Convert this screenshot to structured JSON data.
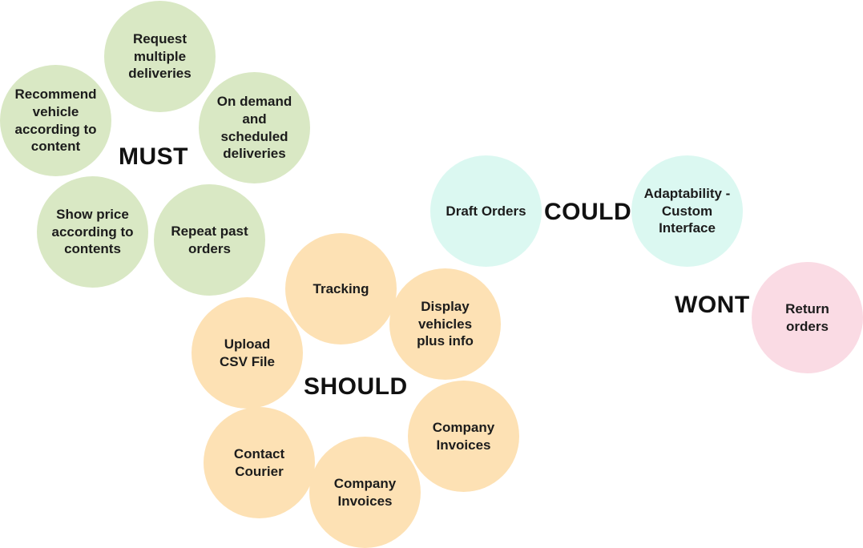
{
  "groups": {
    "must": {
      "label": "MUST",
      "color": "#d9e8c4",
      "items": [
        "Request multiple deliveries",
        "Recommend vehicle according to content",
        "On demand and scheduled deliveries",
        "Show price according to contents",
        "Repeat past orders"
      ]
    },
    "should": {
      "label": "SHOULD",
      "color": "#fde1b4",
      "items": [
        "Tracking",
        "Display vehicles plus info",
        "Upload CSV File",
        "Company Invoices",
        "Contact Courier",
        "Company Invoices"
      ]
    },
    "could": {
      "label": "COULD",
      "color": "#dbf8f1",
      "items": [
        "Draft Orders",
        "Adaptability - Custom Interface"
      ]
    },
    "wont": {
      "label": "WONT",
      "color": "#fadbe4",
      "items": [
        "Return orders"
      ]
    }
  }
}
